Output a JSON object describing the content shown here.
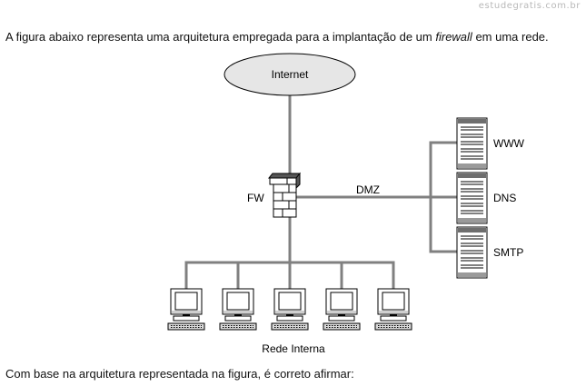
{
  "watermark": "estudegratis.com.br",
  "intro": {
    "before": "A figura abaixo representa uma arquitetura empregada para a implantação de um ",
    "emph": "firewall",
    "after": " em uma rede."
  },
  "diagram": {
    "internet_label": "Internet",
    "firewall_label": "FW",
    "dmz_label": "DMZ",
    "servers": [
      "WWW",
      "DNS",
      "SMTP"
    ],
    "internal_label": "Rede Interna",
    "workstation_count": 5
  },
  "outro": "Com base na arquitetura representada na figura, é correto afirmar:"
}
